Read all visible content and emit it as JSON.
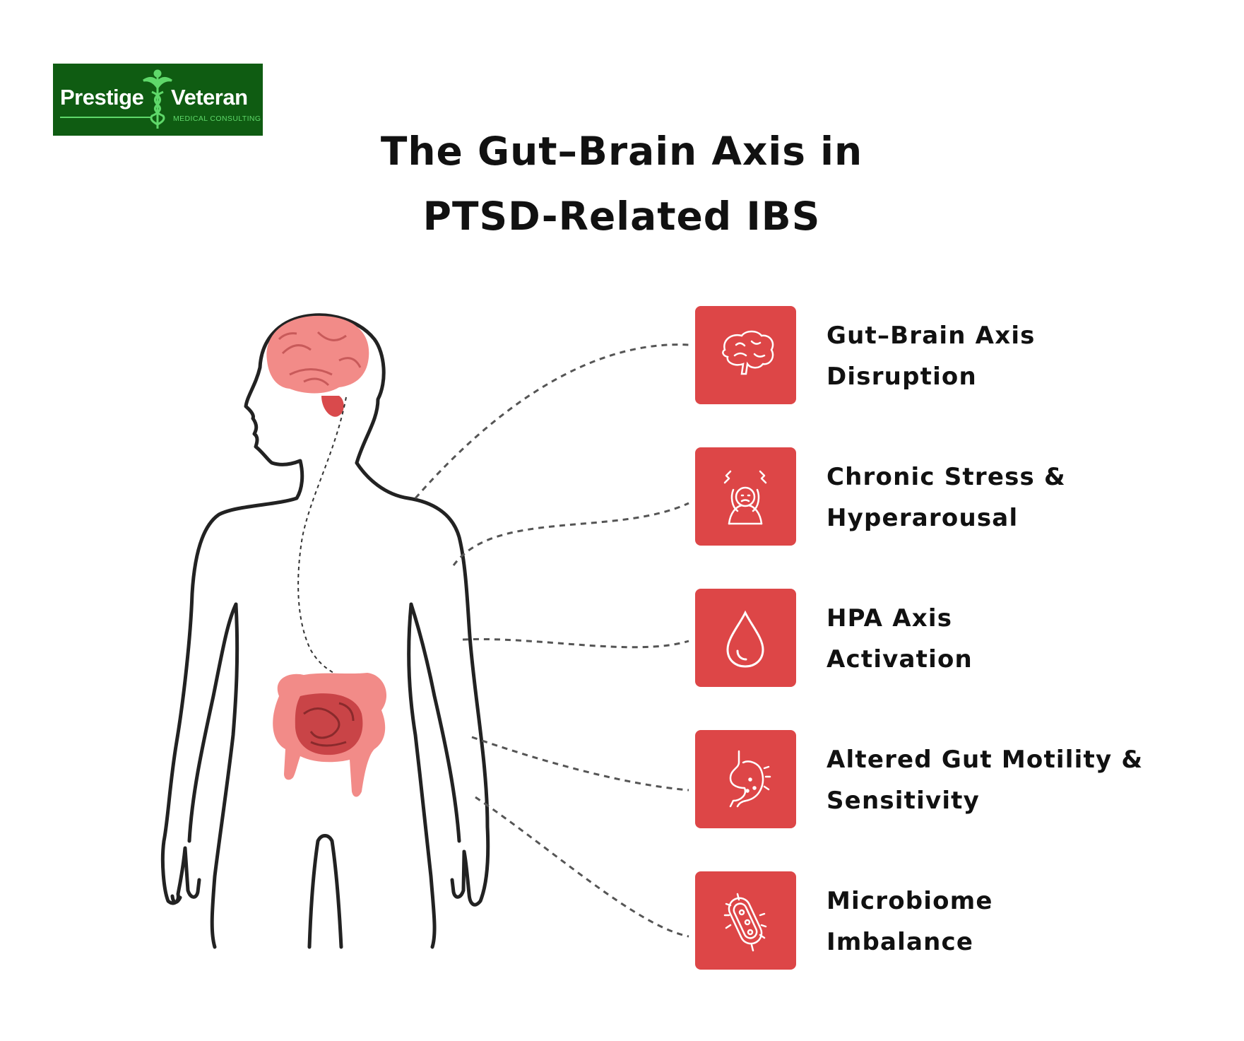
{
  "logo": {
    "word1": "Prestige",
    "word2": "Veteran",
    "subtitle": "MEDICAL CONSULTING",
    "background": "#0f5c12"
  },
  "title": {
    "line1": "The Gut–Brain Axis in",
    "line2": "PTSD-Related IBS"
  },
  "colors": {
    "card": "#dd4647",
    "organ_light": "#f28b88",
    "organ_dark": "#d94a4c",
    "outline": "#222222",
    "connector": "#555555"
  },
  "items": [
    {
      "icon": "brain-icon",
      "line1": "Gut–Brain Axis",
      "line2": "Disruption"
    },
    {
      "icon": "stressed-person-icon",
      "line1": "Chronic Stress &",
      "line2": "Hyperarousal"
    },
    {
      "icon": "drop-icon",
      "line1": "HPA Axis",
      "line2": "Activation"
    },
    {
      "icon": "stomach-icon",
      "line1": "Altered Gut Motility &",
      "line2": "Sensitivity"
    },
    {
      "icon": "bacterium-icon",
      "line1": "Microbiome",
      "line2": "Imbalance"
    }
  ]
}
